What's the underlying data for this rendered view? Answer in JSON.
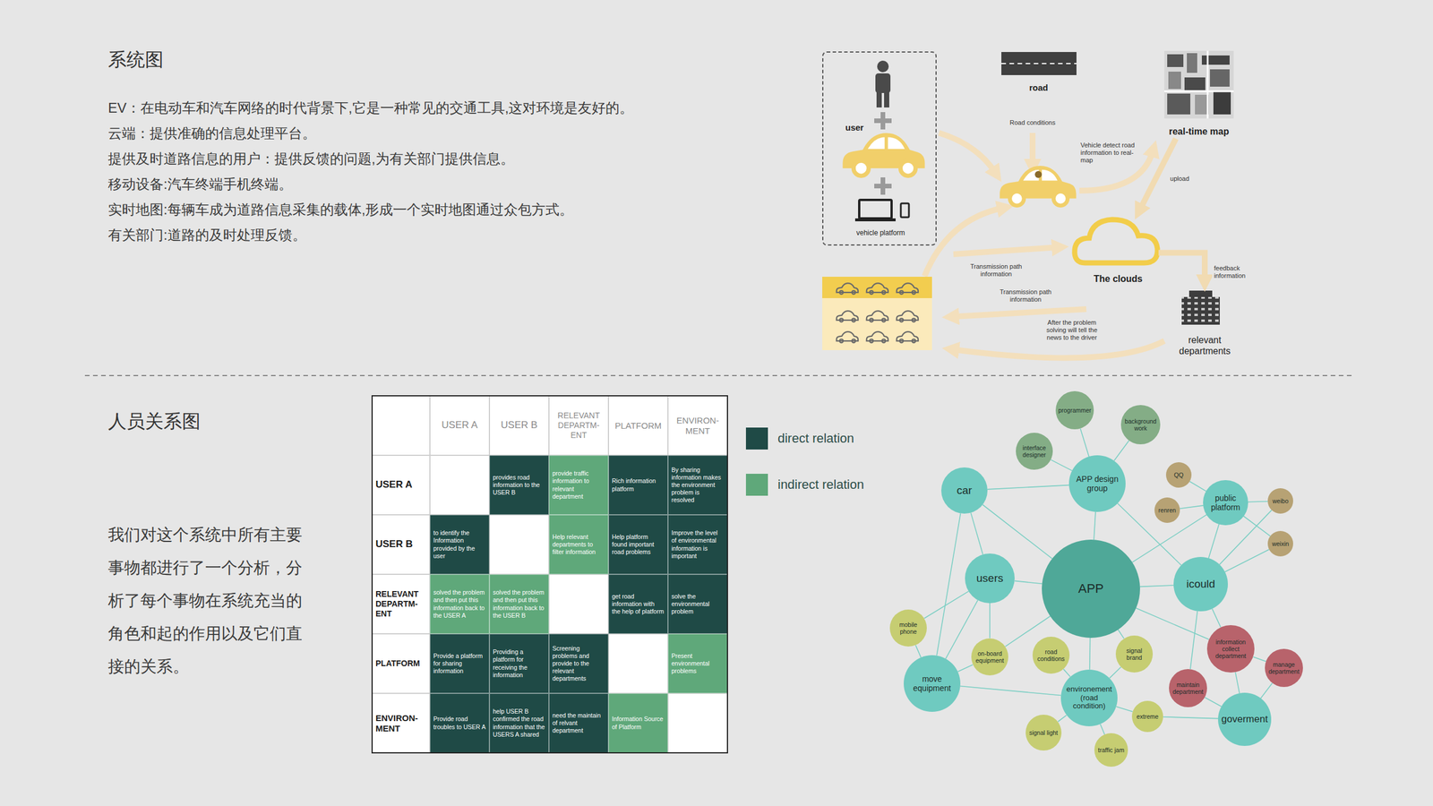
{
  "diagram": {
    "title": "系统图",
    "nodes": [
      {
        "text": [
          "user",
          "vehicle platform"
        ]
      },
      {
        "text": [
          "road"
        ]
      },
      {
        "text": [
          "real-time map"
        ]
      },
      {
        "text": [
          "The clouds"
        ]
      },
      {
        "text": [
          "relevant departments"
        ]
      },
      {
        "text": [
          "programmer"
        ]
      },
      {
        "text": [
          "background work"
        ]
      },
      {
        "text": [
          "interface designer"
        ]
      },
      {
        "text": [
          "APP design group"
        ]
      },
      {
        "text": [
          "car"
        ]
      },
      {
        "text": [
          "QQ"
        ]
      },
      {
        "text": [
          "public platform"
        ]
      },
      {
        "text": [
          "weibo"
        ]
      },
      {
        "text": [
          "renren"
        ]
      },
      {
        "text": [
          "users"
        ]
      },
      {
        "text": [
          "APP"
        ]
      },
      {
        "text": [
          "icould"
        ]
      },
      {
        "text": [
          "weixin"
        ]
      },
      {
        "text": [
          "mobile phone"
        ]
      },
      {
        "text": [
          "on-board equipment"
        ]
      },
      {
        "text": [
          "road conditions"
        ]
      },
      {
        "text": [
          "signal brand"
        ]
      },
      {
        "text": [
          "information collect department"
        ]
      },
      {
        "text": [
          "manage department"
        ]
      },
      {
        "text": [
          "move equipment"
        ]
      },
      {
        "text": [
          "maintain department"
        ]
      },
      {
        "text": [
          "environement (road condition)"
        ]
      },
      {
        "text": [
          "extreme"
        ]
      },
      {
        "text": [
          "goverment"
        ]
      },
      {
        "text": [
          "signal light"
        ]
      },
      {
        "text": [
          "traffic jam"
        ]
      }
    ],
    "edges": [
      {
        "from": 2,
        "to": 3,
        "label": "upload",
        "arrow": "to"
      },
      {
        "from": 3,
        "to": 4,
        "label": "feedback information",
        "arrow": "to"
      },
      {
        "from": 15,
        "to": 9,
        "arrow": "none"
      },
      {
        "from": 15,
        "to": 14,
        "arrow": "none"
      },
      {
        "from": 15,
        "to": 8,
        "arrow": "none"
      },
      {
        "from": 15,
        "to": 16,
        "arrow": "none"
      },
      {
        "from": 15,
        "to": 19,
        "arrow": "none"
      },
      {
        "from": 15,
        "to": 26,
        "arrow": "none"
      },
      {
        "from": 15,
        "to": 11,
        "arrow": "none"
      },
      {
        "from": 15,
        "to": 21,
        "arrow": "none"
      },
      {
        "from": 15,
        "to": 22,
        "arrow": "none"
      },
      {
        "from": 8,
        "to": 5,
        "arrow": "none"
      },
      {
        "from": 8,
        "to": 6,
        "arrow": "none"
      },
      {
        "from": 8,
        "to": 7,
        "arrow": "none"
      },
      {
        "from": 8,
        "to": 9,
        "arrow": "none"
      },
      {
        "from": 8,
        "to": 16,
        "arrow": "none"
      },
      {
        "from": 9,
        "to": 14,
        "arrow": "none"
      },
      {
        "from": 9,
        "to": 24,
        "arrow": "none"
      },
      {
        "from": 16,
        "to": 11,
        "arrow": "none"
      },
      {
        "from": 16,
        "to": 12,
        "arrow": "none"
      },
      {
        "from": 16,
        "to": 17,
        "arrow": "none"
      },
      {
        "from": 16,
        "to": 22,
        "arrow": "none"
      },
      {
        "from": 16,
        "to": 25,
        "arrow": "none"
      },
      {
        "from": 11,
        "to": 10,
        "arrow": "none"
      },
      {
        "from": 11,
        "to": 13,
        "arrow": "none"
      },
      {
        "from": 11,
        "to": 12,
        "arrow": "none"
      },
      {
        "from": 11,
        "to": 17,
        "arrow": "none"
      },
      {
        "from": 14,
        "to": 18,
        "arrow": "none"
      },
      {
        "from": 14,
        "to": 19,
        "arrow": "none"
      },
      {
        "from": 14,
        "to": 24,
        "arrow": "none"
      },
      {
        "from": 24,
        "to": 18,
        "arrow": "none"
      },
      {
        "from": 24,
        "to": 19,
        "arrow": "none"
      },
      {
        "from": 24,
        "to": 26,
        "arrow": "none"
      },
      {
        "from": 26,
        "to": 20,
        "arrow": "none"
      },
      {
        "from": 26,
        "to": 21,
        "arrow": "none"
      },
      {
        "from": 26,
        "to": 27,
        "arrow": "none"
      },
      {
        "from": 26,
        "to": 29,
        "arrow": "none"
      },
      {
        "from": 26,
        "to": 30,
        "arrow": "none"
      },
      {
        "from": 27,
        "to": 28,
        "arrow": "none"
      },
      {
        "from": 28,
        "to": 22,
        "arrow": "none"
      },
      {
        "from": 28,
        "to": 23,
        "arrow": "none"
      },
      {
        "from": 28,
        "to": 25,
        "arrow": "none"
      },
      {
        "from": 22,
        "to": 23,
        "arrow": "none"
      }
    ],
    "labels": [
      "EV：在电动车和汽车网络的时代背景下,它是一种常见的交通工具,这对环境是友好的。",
      "云端：提供准确的信息处理平台。",
      "提供及时道路信息的用户：提供反馈的问题,为有关部门提供信息。",
      "移动设备:汽车终端手机终端。",
      "实时地图:每辆车成为道路信息采集的载体,形成一个实时地图通过众包方式。",
      "有关部门:道路的及时处理反馈。",
      "Road conditions",
      "Vehicle detect road information to real-map",
      "Transmission path information",
      "Transmission path information",
      "After the problem solving will tell the news to the driver",
      "人员关系图",
      "我们对这个系统中所有主要事物都进行了一个分析，分析了每个事物在系统充当的角色和起的作用以及它们直接的关系。",
      "USER A",
      "USER B",
      "RELEVANT DEPARTM-ENT",
      "PLATFORM",
      "ENVIRON-MENT",
      "USER A",
      "provides road information to the USER B",
      "provide traffic information to relevant department",
      "Rich information platform",
      "By sharing information makes the environment problem is resolved",
      "USER B",
      "to identify the Information provided by the user",
      "Help relevant departments to filter information",
      "Help platform found important road problems",
      "Improve the level of environmental information is important",
      "RELEVANT DEPARTM-ENT",
      "solved the problem and then put this information back to the USER A",
      "solved the problem and then put this information back to the USER B",
      "get road information with the help of platform",
      "solve the environmental problem",
      "PLATFORM",
      "Provide a platform for sharing information",
      "Providing a platform for receiving the information",
      "Screening problems and provide to the relevant departments",
      "Present environmental problems",
      "ENVIRON-MENT",
      "Provide road troubles to USER A",
      "help USER B confirmed the road information that the USERS A shared",
      "need the maintain of relvant department",
      "Information Source of Platform"
    ],
    "legend": [
      {
        "text": "direct relation",
        "color": "#1f4a46"
      },
      {
        "text": "indirect relation",
        "color": "#5fa87a"
      }
    ]
  }
}
